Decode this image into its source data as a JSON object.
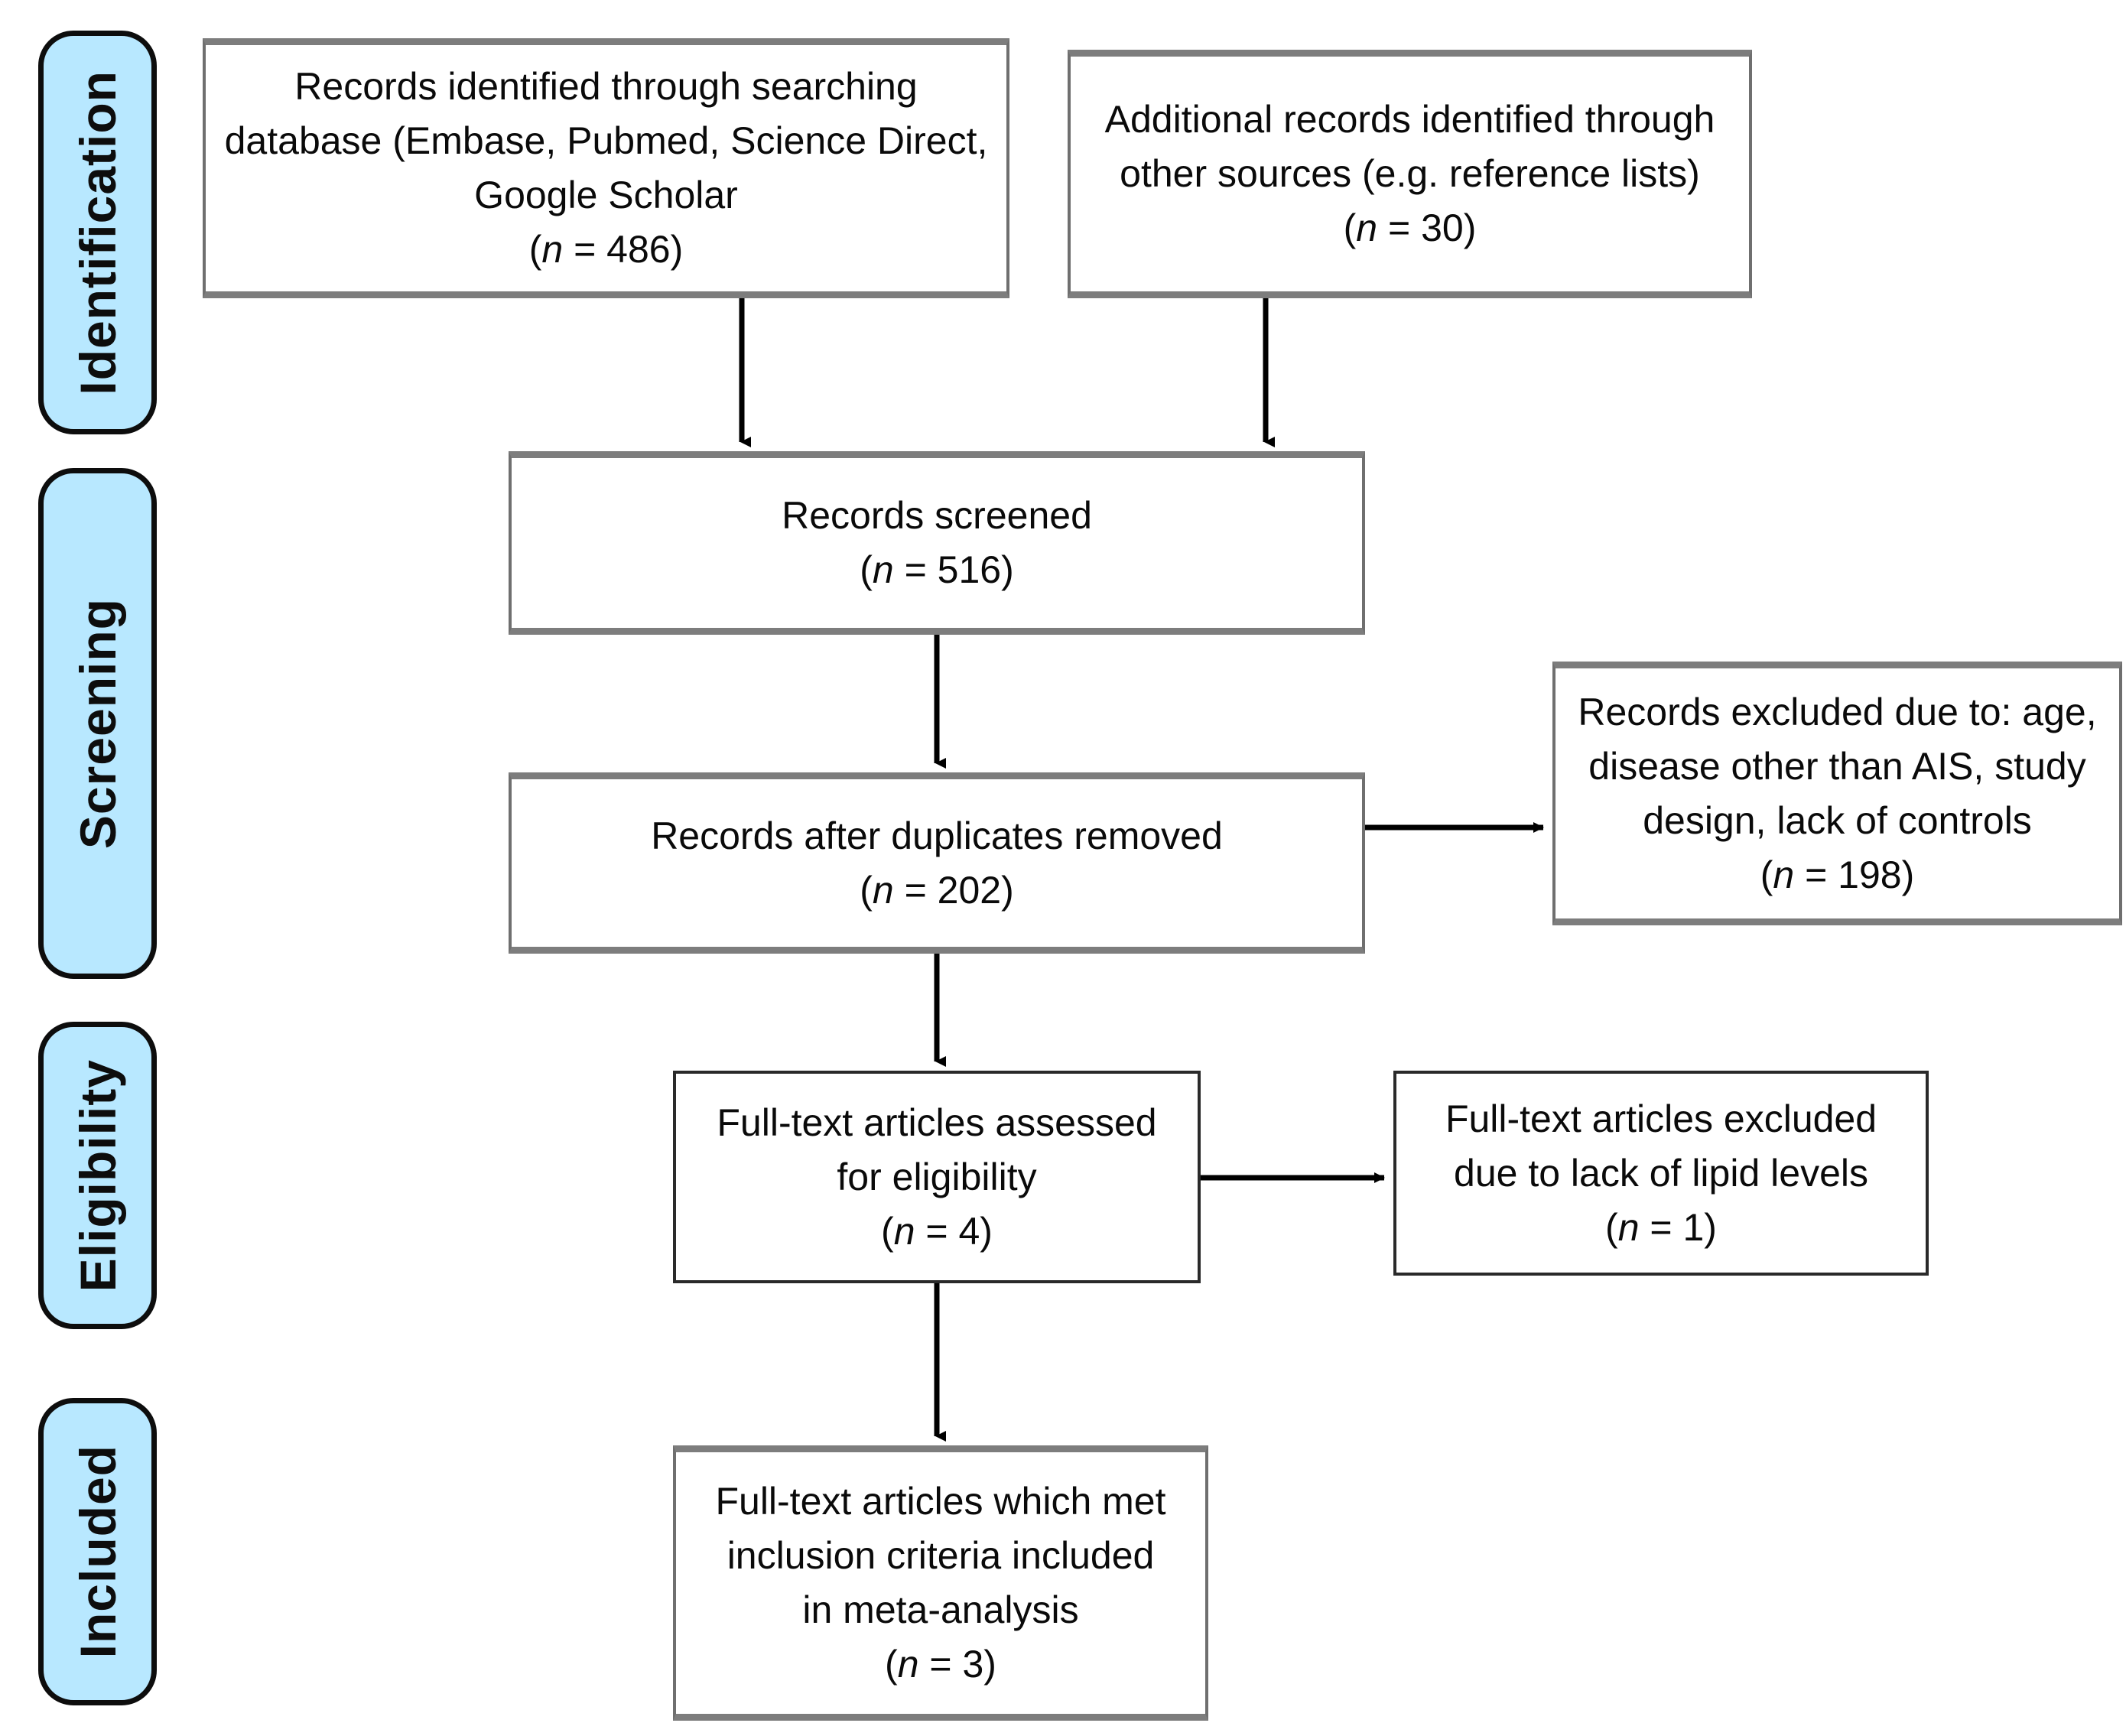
{
  "diagram": {
    "title": "PRISMA study selection flow diagram",
    "accent_color": "#b8e8ff",
    "border_color": "#0d0d0d",
    "box_border_color": "#6f6f6f",
    "arrow_color": "#000000"
  },
  "stages": [
    {
      "id": "identification",
      "label": "Identification"
    },
    {
      "id": "screening",
      "label": "Screening"
    },
    {
      "id": "eligibility",
      "label": "Eligibility"
    },
    {
      "id": "included",
      "label": "Included"
    }
  ],
  "boxes": {
    "records_identified": {
      "lines": [
        "Records identified through searching",
        "database (Embase, Pubmed, Science Direct,",
        "Google Scholar"
      ],
      "count": "(n = 486)",
      "count_n": 486
    },
    "additional_records": {
      "lines": [
        "Additional records identified through",
        "other sources (e.g. reference lists)"
      ],
      "count": "(n = 30)",
      "count_n": 30
    },
    "records_screened": {
      "lines": [
        "Records screened"
      ],
      "count": "(n = 516)",
      "count_n": 516
    },
    "duplicates_removed": {
      "lines": [
        "Records after duplicates removed"
      ],
      "count": "(n = 202)",
      "count_n": 202
    },
    "records_excluded": {
      "lines": [
        "Records excluded due to: age,",
        "disease other than AIS, study",
        "design, lack of controls"
      ],
      "count": "(n = 198)",
      "count_n": 198
    },
    "fulltext_assessed": {
      "lines": [
        "Full-text articles assessed",
        "for eligibility"
      ],
      "count": "(n = 4)",
      "count_n": 4
    },
    "fulltext_excluded": {
      "lines": [
        "Full-text articles excluded",
        "due to lack of lipid levels"
      ],
      "count": "(n = 1)",
      "count_n": 1
    },
    "fulltext_included": {
      "lines": [
        "Full-text articles which met",
        "inclusion criteria included",
        "in meta-analysis"
      ],
      "count": "(n = 3)",
      "count_n": 3
    }
  },
  "chart_data": {
    "type": "diagram",
    "title": "PRISMA study selection flow diagram",
    "nodes": [
      {
        "id": "records_identified",
        "stage": "Identification",
        "label": "Records identified through searching database (Embase, Pubmed, Science Direct, Google Scholar",
        "n": 486
      },
      {
        "id": "additional_records",
        "stage": "Identification",
        "label": "Additional records identified through other sources (e.g. reference lists)",
        "n": 30
      },
      {
        "id": "records_screened",
        "stage": "Screening",
        "label": "Records screened",
        "n": 516
      },
      {
        "id": "duplicates_removed",
        "stage": "Screening",
        "label": "Records after duplicates removed",
        "n": 202
      },
      {
        "id": "records_excluded",
        "stage": "Screening",
        "label": "Records excluded due to: age, disease other than AIS, study design, lack of controls",
        "n": 198
      },
      {
        "id": "fulltext_assessed",
        "stage": "Eligibility",
        "label": "Full-text articles assessed for eligibility",
        "n": 4
      },
      {
        "id": "fulltext_excluded",
        "stage": "Eligibility",
        "label": "Full-text articles excluded due to lack of lipid levels",
        "n": 1
      },
      {
        "id": "fulltext_included",
        "stage": "Included",
        "label": "Full-text articles which met inclusion criteria included in meta-analysis",
        "n": 3
      }
    ],
    "edges": [
      {
        "from": "records_identified",
        "to": "records_screened",
        "direction": "down"
      },
      {
        "from": "additional_records",
        "to": "records_screened",
        "direction": "down"
      },
      {
        "from": "records_screened",
        "to": "duplicates_removed",
        "direction": "down"
      },
      {
        "from": "duplicates_removed",
        "to": "records_excluded",
        "direction": "right"
      },
      {
        "from": "duplicates_removed",
        "to": "fulltext_assessed",
        "direction": "down"
      },
      {
        "from": "fulltext_assessed",
        "to": "fulltext_excluded",
        "direction": "right"
      },
      {
        "from": "fulltext_assessed",
        "to": "fulltext_included",
        "direction": "down"
      }
    ]
  }
}
